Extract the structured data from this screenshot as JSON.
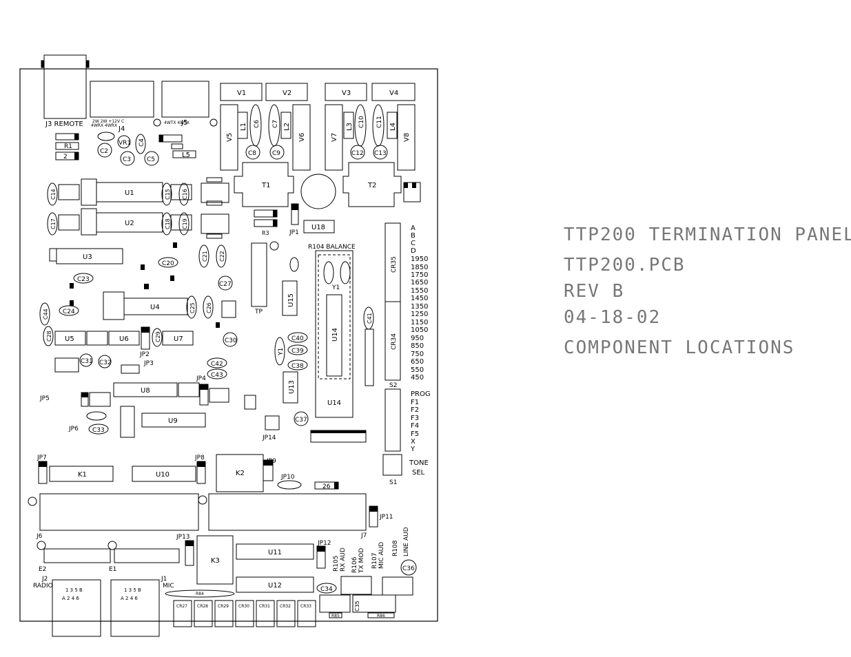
{
  "title_block": {
    "line1": "TTP200 TERMINATION PANEL",
    "line2": "TTP200.PCB",
    "line3": "REV B",
    "line4": "04-18-02",
    "line5": "COMPONENT LOCATIONS"
  },
  "connectors": {
    "j3": "J3 REMOTE",
    "j4": "J4",
    "j5": "J5",
    "j6": "J6",
    "j7": "J7",
    "j2": "J2",
    "j2_sub": "RADIO",
    "j1": "J1",
    "j1_sub": "MIC",
    "e1": "E1",
    "e2": "E2",
    "j4_pins": "2W 2W +12V C",
    "j4_pins2": "4WRX 4WRX",
    "j5_pins": "4WTX 4WTX",
    "rj_top": "1 3 5 B",
    "rj_bot": "A 2 4 6"
  },
  "variometers": [
    "V1",
    "V2",
    "V3",
    "V4",
    "V5",
    "V6",
    "V7",
    "V8"
  ],
  "transformers": [
    "T1",
    "T2"
  ],
  "inductors": [
    "L1",
    "L2",
    "L3",
    "L4",
    "L5"
  ],
  "ics": {
    "u1": "U1",
    "u2": "U2",
    "u3": "U3",
    "u4": "U4",
    "u5": "U5",
    "u6": "U6",
    "u7": "U7",
    "u8": "U8",
    "u9": "U9",
    "u10": "U10",
    "u11": "U11",
    "u12": "U12",
    "u13": "U13",
    "u14": "U14",
    "u15": "U15",
    "u18": "U18"
  },
  "relays": [
    "K1",
    "K2",
    "K3"
  ],
  "capacitors": [
    "C2",
    "C3",
    "C4",
    "C5",
    "C6",
    "C7",
    "C8",
    "C9",
    "C10",
    "C11",
    "C12",
    "C13",
    "C14",
    "C15",
    "C16",
    "C17",
    "C18",
    "C19",
    "C20",
    "C21",
    "C22",
    "C23",
    "C24",
    "C25",
    "C26",
    "C27",
    "C28",
    "C29",
    "C30",
    "C31",
    "C32",
    "C33",
    "C34",
    "C35",
    "C36",
    "C37",
    "C38",
    "C39",
    "C40",
    "C41",
    "C42",
    "C43",
    "C44"
  ],
  "jumpers": [
    "JP1",
    "JP2",
    "JP3",
    "JP4",
    "JP5",
    "JP6",
    "JP7",
    "JP8",
    "JP9",
    "JP10",
    "JP11",
    "JP12",
    "JP13",
    "JP14"
  ],
  "diodes": [
    "CR27",
    "CR28",
    "CR29",
    "CR30",
    "CR31",
    "CR32",
    "CR33"
  ],
  "pots": {
    "vr1": "VR1",
    "r104": "R104 BALANCE",
    "r105": "R105",
    "r105_fn": "RX AUD",
    "r106": "R106",
    "r106_fn": "TX MOD",
    "r107": "R107",
    "r107_fn": "MIC AUD",
    "r108": "R108",
    "r108_fn": "LINE AUD"
  },
  "misc": {
    "r1": "R1",
    "r2": "2",
    "r3": "R3",
    "tp": "TP",
    "y1": "Y1",
    "s1": "S1",
    "s2": "S2",
    "cr34": "CR34",
    "cr35": "CR35",
    "r26": "26",
    "r84": "R84",
    "r85": "R85",
    "r86": "R86"
  },
  "tone_select": {
    "letters": [
      "A",
      "B",
      "C",
      "D"
    ],
    "freqs": [
      "1950",
      "1850",
      "1750",
      "1650",
      "1550",
      "1450",
      "1350",
      "1250",
      "1150",
      "1050",
      "950",
      "850",
      "750",
      "650",
      "550",
      "450"
    ],
    "prog": [
      "PROG",
      "F1",
      "F2",
      "F3",
      "F4",
      "F5",
      "X",
      "Y"
    ],
    "tone": "TONE",
    "sel": "SEL"
  }
}
